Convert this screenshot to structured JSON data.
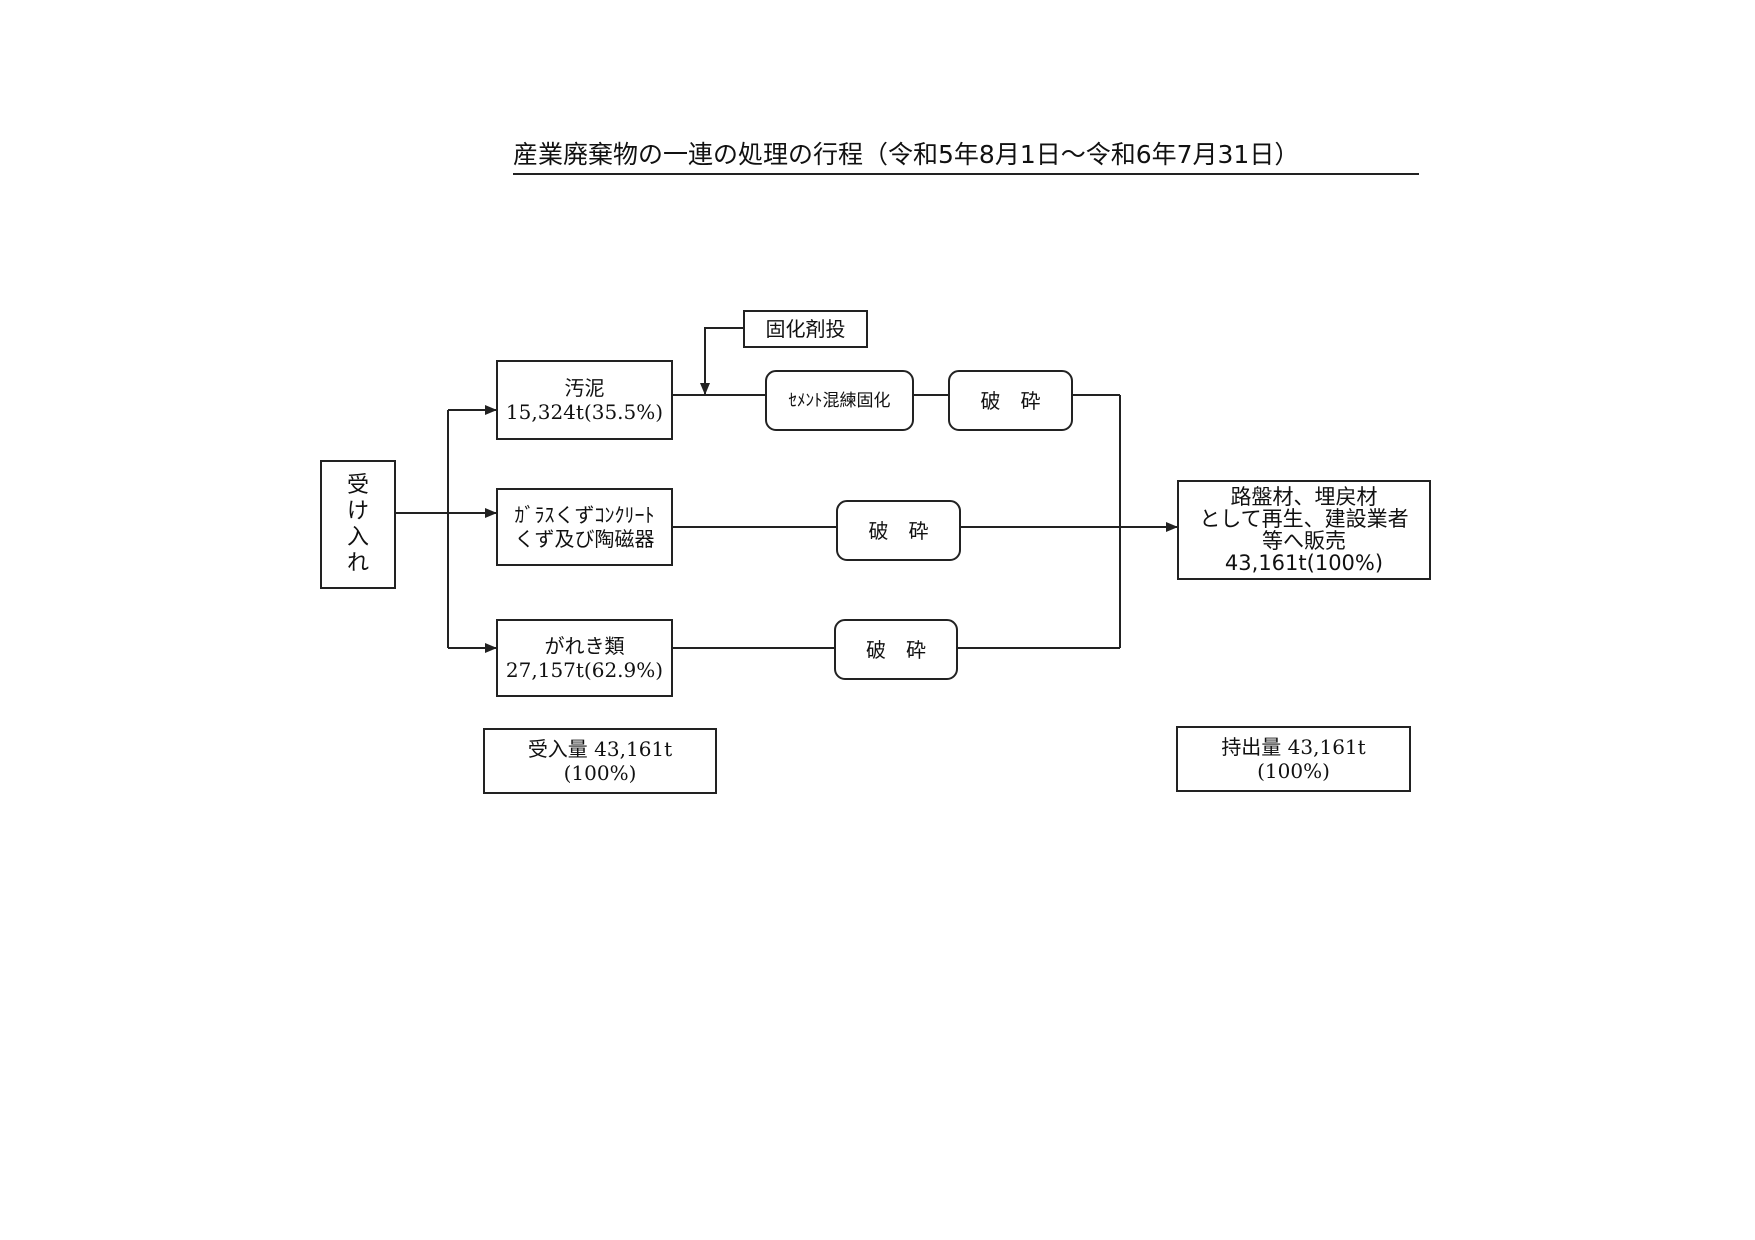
{
  "title": "産業廃棄物の一連の処理の行程（令和5年8月1日～令和6年7月31日）",
  "intake": "受け入れ",
  "materials": {
    "sludge": {
      "name": "汚泥",
      "amount": "15,324t(35.5%)"
    },
    "glass": {
      "line1": "ｶﾞﾗｽくずｺﾝｸﾘｰﾄ",
      "line2": "くず及び陶磁器"
    },
    "debris": {
      "name": "がれき類",
      "amount": "27,157t(62.9%)"
    }
  },
  "processes": {
    "solidifier": "固化剤投",
    "cement": "ｾﾒﾝﾄ混練固化",
    "crush": "破　砕"
  },
  "output": {
    "line1": "路盤材、埋戻材",
    "line2": "として再生、建設業者",
    "line3": "等へ販売",
    "line4": "43,161t(100%)"
  },
  "totals": {
    "received": {
      "label": "受入量 43,161t",
      "pct": "(100%)"
    },
    "shipped": {
      "label": "持出量 43,161t",
      "pct": "(100%)"
    }
  }
}
